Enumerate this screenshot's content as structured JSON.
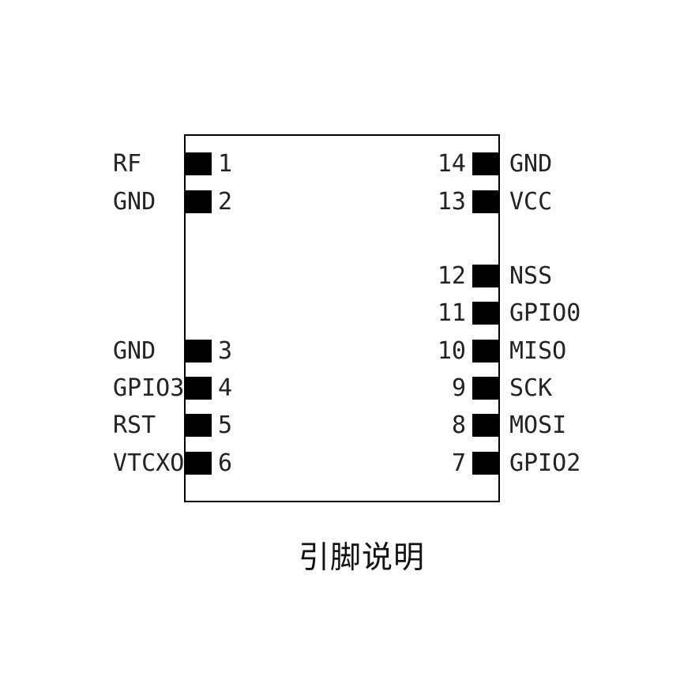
{
  "caption": "引脚说明",
  "colors": {
    "background": "#ffffff",
    "outline": "#000000",
    "pad": "#000000",
    "text": "#232323"
  },
  "chip": {
    "left_pins": [
      {
        "number": "1",
        "label": "RF"
      },
      {
        "number": "2",
        "label": "GND"
      },
      {
        "number": "3",
        "label": "GND"
      },
      {
        "number": "4",
        "label": "GPIO3"
      },
      {
        "number": "5",
        "label": "RST"
      },
      {
        "number": "6",
        "label": "VTCXO"
      }
    ],
    "right_pins": [
      {
        "number": "14",
        "label": "GND"
      },
      {
        "number": "13",
        "label": "VCC"
      },
      {
        "number": "12",
        "label": "NSS"
      },
      {
        "number": "11",
        "label": "GPIO0"
      },
      {
        "number": "10",
        "label": "MISO"
      },
      {
        "number": "9",
        "label": "SCK"
      },
      {
        "number": "8",
        "label": "MOSI"
      },
      {
        "number": "7",
        "label": "GPIO2"
      }
    ]
  }
}
